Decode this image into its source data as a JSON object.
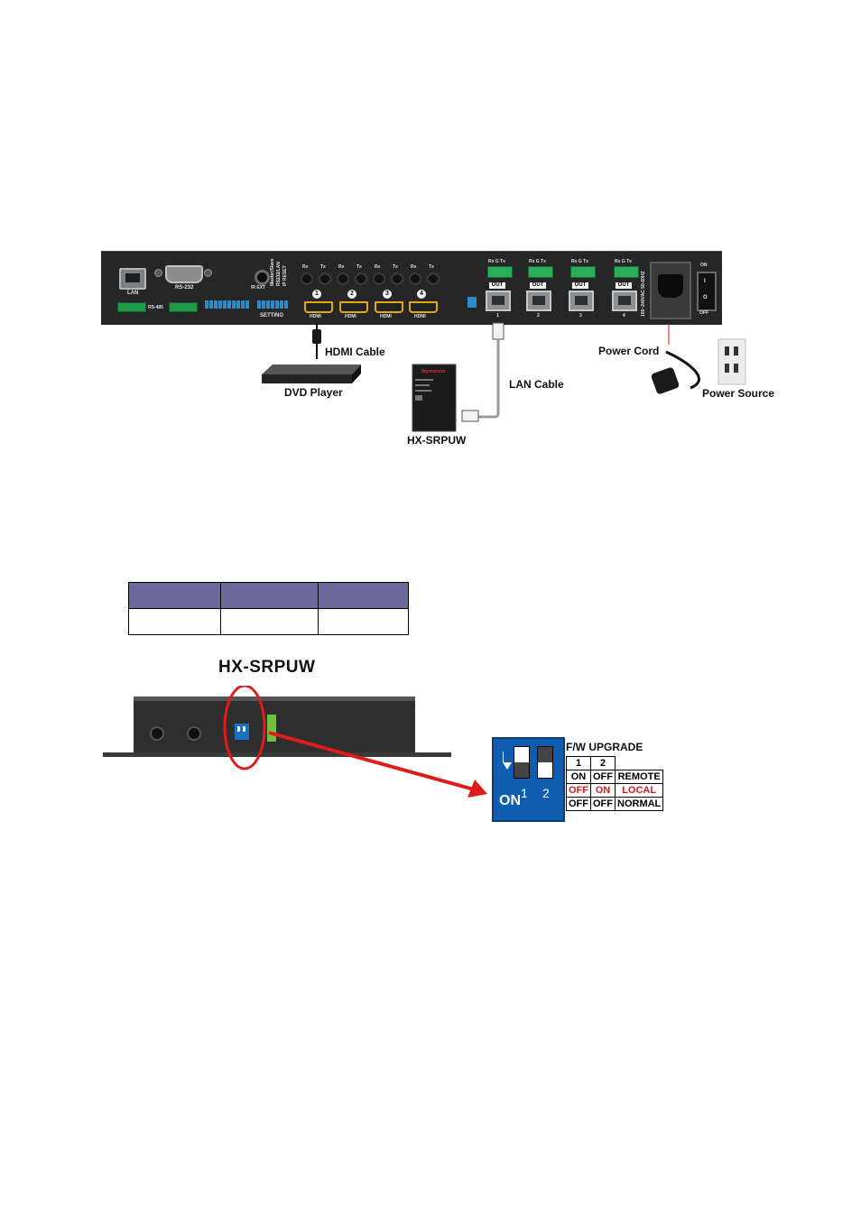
{
  "rear_panel": {
    "lan": "LAN",
    "rs232": "RS-232",
    "rs485": "RS-485",
    "ir_ext": "IR EXT",
    "setting": "SETTING",
    "dip_labels": [
      "Master/Slave",
      "RS232/LAN",
      "IP RESET"
    ],
    "rx": "Rx",
    "tx": "Tx",
    "hdmi_inputs": [
      {
        "num": "1",
        "label": "HDMI"
      },
      {
        "num": "2",
        "label": "HDMI"
      },
      {
        "num": "3",
        "label": "HDMI"
      },
      {
        "num": "4",
        "label": "HDMI"
      }
    ],
    "phoenix": "Rx G Tx",
    "outputs": [
      {
        "tag": "OUT",
        "num": "1"
      },
      {
        "tag": "OUT",
        "num": "2"
      },
      {
        "tag": "OUT",
        "num": "3"
      },
      {
        "tag": "OUT",
        "num": "4"
      }
    ],
    "voltage": "100~240VAC 50-60HZ",
    "switch_on": "ON",
    "switch_off": "OFF",
    "switch_i": "I",
    "switch_o": "O"
  },
  "callouts": {
    "hdmi_cable": "HDMI Cable",
    "dvd_player": "DVD Player",
    "lan_cable": "LAN Cable",
    "hx_srpuw": "HX-SRPUW",
    "power_cord": "Power Cord",
    "power_source": "Power Source",
    "device_brand": "Wyrestorm"
  },
  "detail": {
    "title": "HX-SRPUW",
    "fw_title": "F/W UPGRADE",
    "switch_on": "ON",
    "switch_nums": [
      "1",
      "2"
    ],
    "fw_header": [
      "1",
      "2",
      ""
    ],
    "fw_rows": [
      {
        "c1": "ON",
        "c2": "OFF",
        "mode": "REMOTE",
        "highlight": false
      },
      {
        "c1": "OFF",
        "c2": "ON",
        "mode": "LOCAL",
        "highlight": true
      },
      {
        "c1": "OFF",
        "c2": "OFF",
        "mode": "NORMAL",
        "highlight": false
      }
    ]
  },
  "colors": {
    "panel": "#262626",
    "hdmi_port": "#e3a90e",
    "table_header": "#6a6a9a",
    "dip_blue": "#0f5db0",
    "arrow_red": "#e01b1b",
    "highlight_red": "#d81b1b"
  }
}
